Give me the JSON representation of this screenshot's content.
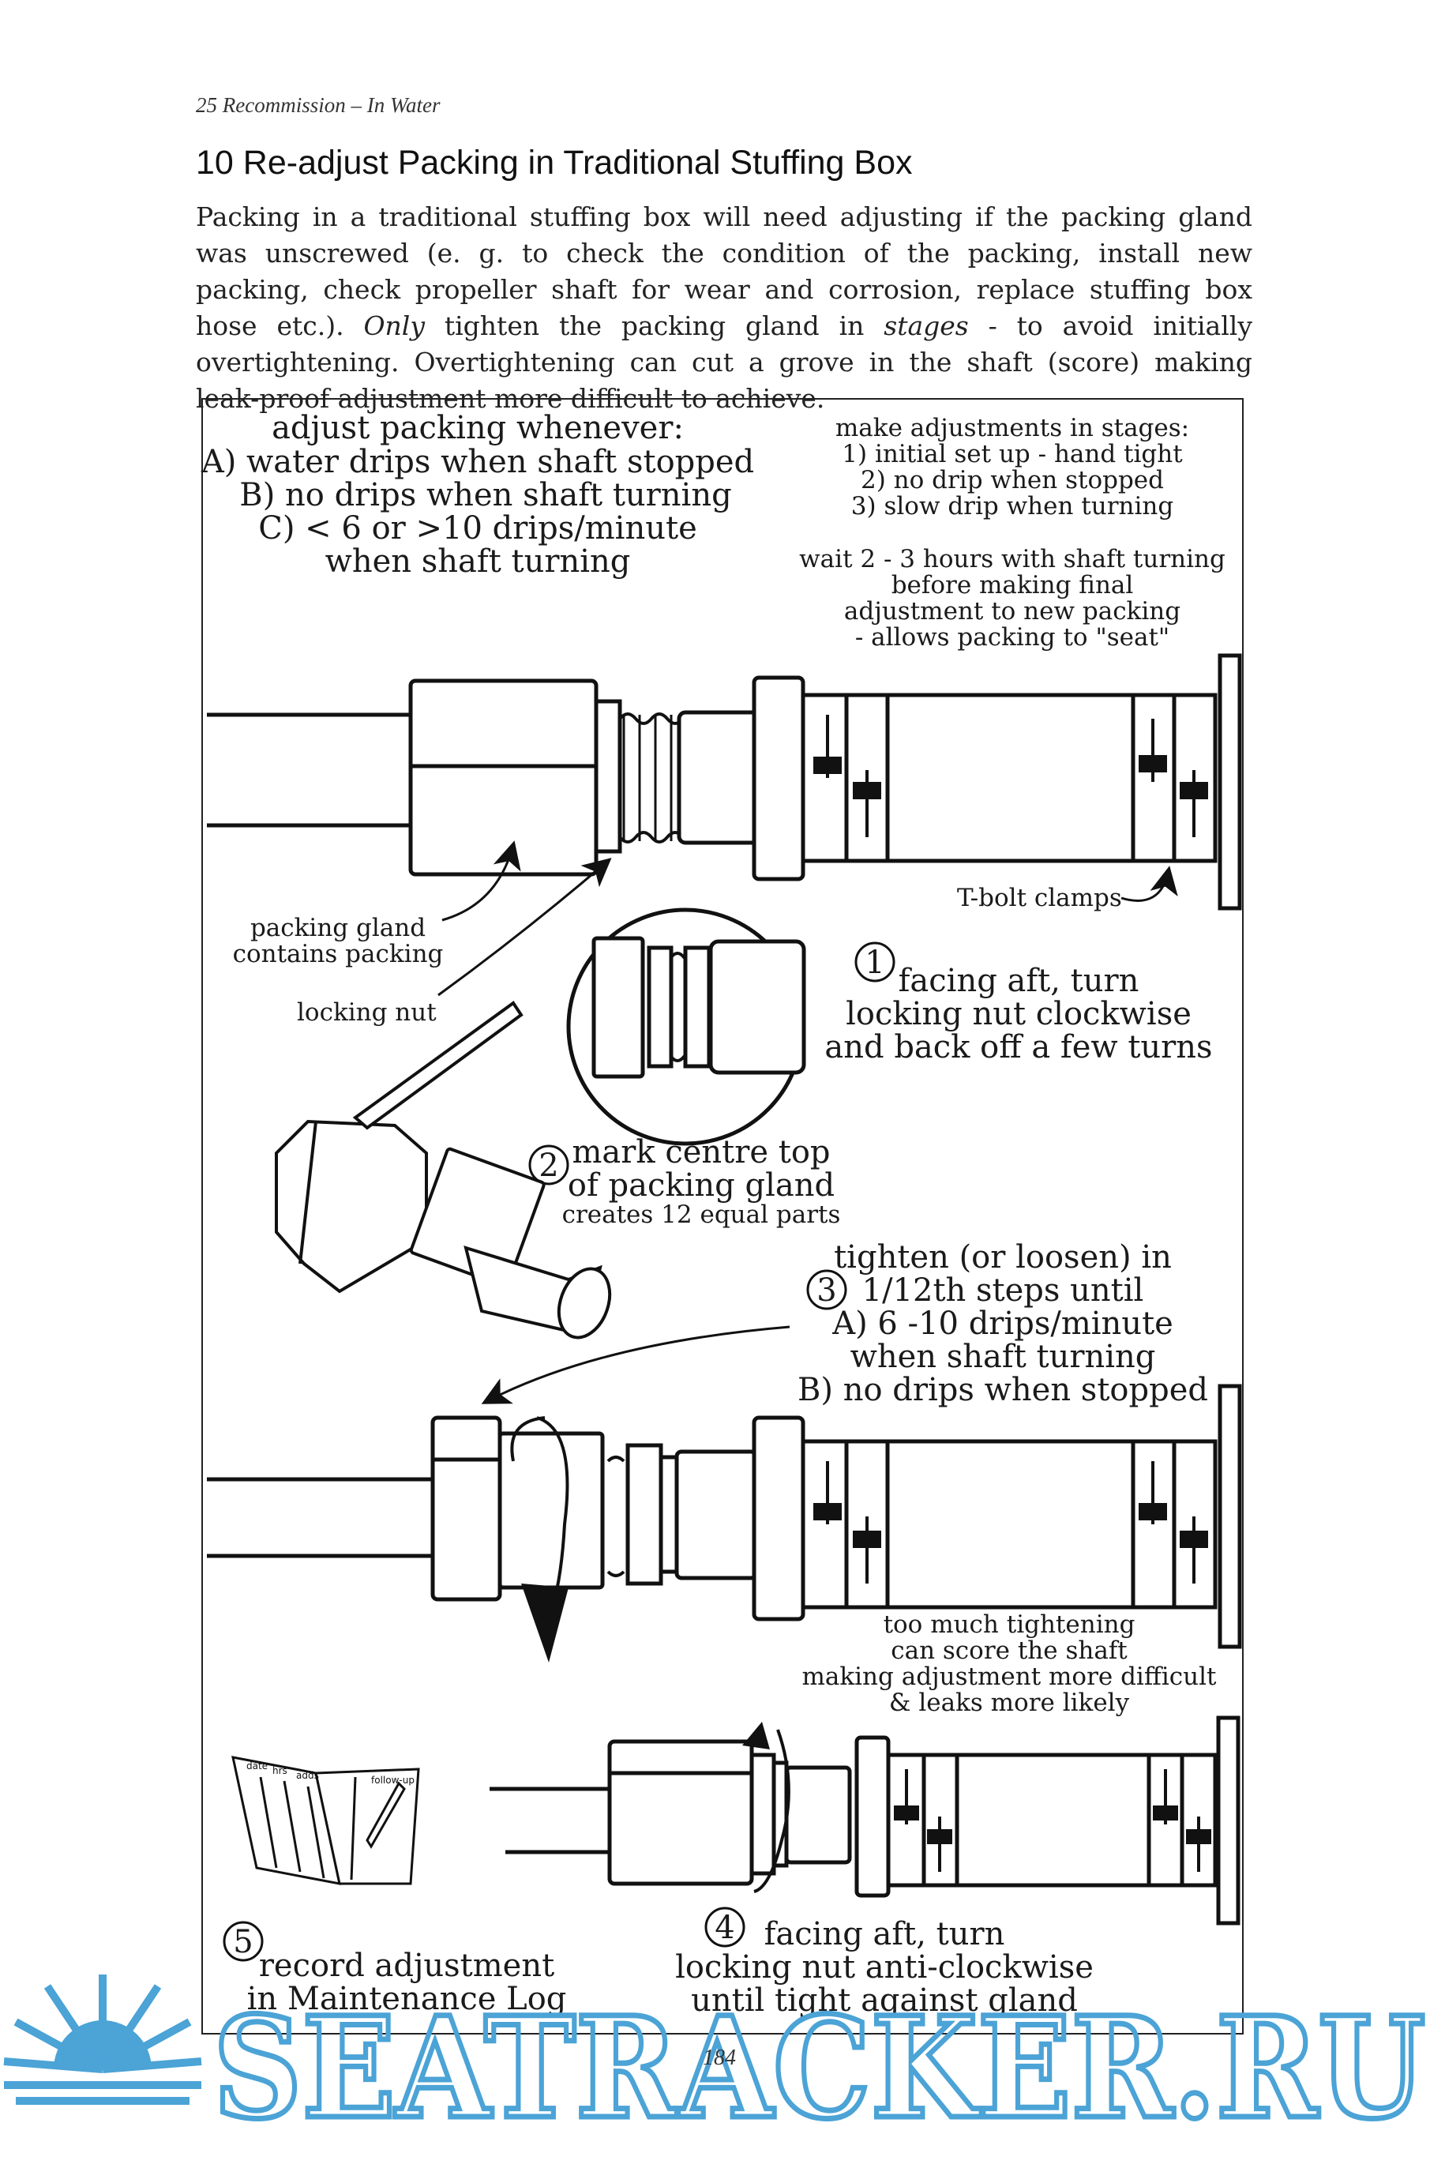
{
  "running_head": "25  Recommission – In Water",
  "section_title": "10  Re-adjust Packing in Traditional Stuffing Box",
  "intro": {
    "part1": "Packing in a traditional stuffing box will need adjusting if the packing gland was unscrewed (e. g. to check the condition of the packing, install new packing, check propeller shaft for wear and corrosion, replace stuffing box hose etc.). ",
    "only": "Only",
    "part2": " tighten the packing gland in ",
    "stages": "stages",
    "part3": " - to avoid initially overtightening. Overtightening can cut a grove in the shaft (score) making leak-proof adjustment more difficult to achieve."
  },
  "diagram": {
    "adjust_box": {
      "l1": "adjust packing whenever:",
      "l2": "A) water drips when shaft stopped",
      "l3": "B) no drips when shaft turning",
      "l4": "C) < 6 or >10 drips/minute",
      "l5": "when shaft turning"
    },
    "stages_box": {
      "l1": "make adjustments in stages:",
      "l2": "1) initial set up - hand tight",
      "l3": "2) no drip when stopped",
      "l4": "3) slow drip when turning"
    },
    "wait_box": {
      "l1": "wait 2 - 3 hours with shaft turning",
      "l2": "before making final",
      "l3": "adjustment to new packing",
      "l4": "- allows packing to \"seat\""
    },
    "tbolt": "T-bolt clamps",
    "gland": {
      "l1": "packing gland",
      "l2": "contains packing"
    },
    "locking_nut": "locking nut",
    "step1": {
      "num": "1",
      "l1": "facing aft, turn",
      "l2": "locking nut clockwise",
      "l3": "and back off a few turns"
    },
    "step2": {
      "num": "2",
      "l1": "mark centre top",
      "l2": "of packing gland",
      "l3": "creates 12 equal parts"
    },
    "step3": {
      "num": "3",
      "l1": "tighten (or loosen) in",
      "l2": "1/12th steps until",
      "l3": "A) 6 -10 drips/minute",
      "l4": "when shaft turning",
      "l5": "B) no drips when stopped"
    },
    "score": {
      "l1": "too much tightening",
      "l2": "can score the shaft",
      "l3": "making adjustment more difficult",
      "l4": "& leaks more likely"
    },
    "log_headers": [
      "date",
      "hrs",
      "adds",
      "follow-up"
    ],
    "step5": {
      "num": "5",
      "l1": "record adjustment",
      "l2": "in Maintenance Log"
    },
    "step4": {
      "num": "4",
      "l1": "facing aft, turn",
      "l2": "locking nut anti-clockwise",
      "l3": "until tight against gland"
    }
  },
  "page_number": "184",
  "watermark": "SEATRACKER.RU",
  "colors": {
    "watermark": "#4ba3d6",
    "ink": "#1a1a1a"
  }
}
